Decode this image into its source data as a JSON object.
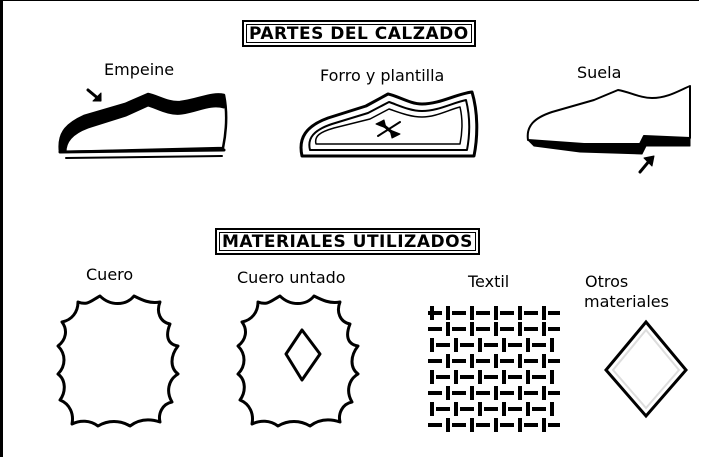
{
  "sections": {
    "parts_title": "PARTES DEL CALZADO",
    "materials_title": "MATERIALES UTILIZADOS"
  },
  "parts": [
    {
      "label": "Empeine"
    },
    {
      "label": "Forro y plantilla"
    },
    {
      "label": "Suela"
    }
  ],
  "materials": [
    {
      "label": "Cuero"
    },
    {
      "label": "Cuero untado"
    },
    {
      "label": "Textil"
    },
    {
      "label_line1": "Otros",
      "label_line2": "materiales"
    }
  ]
}
